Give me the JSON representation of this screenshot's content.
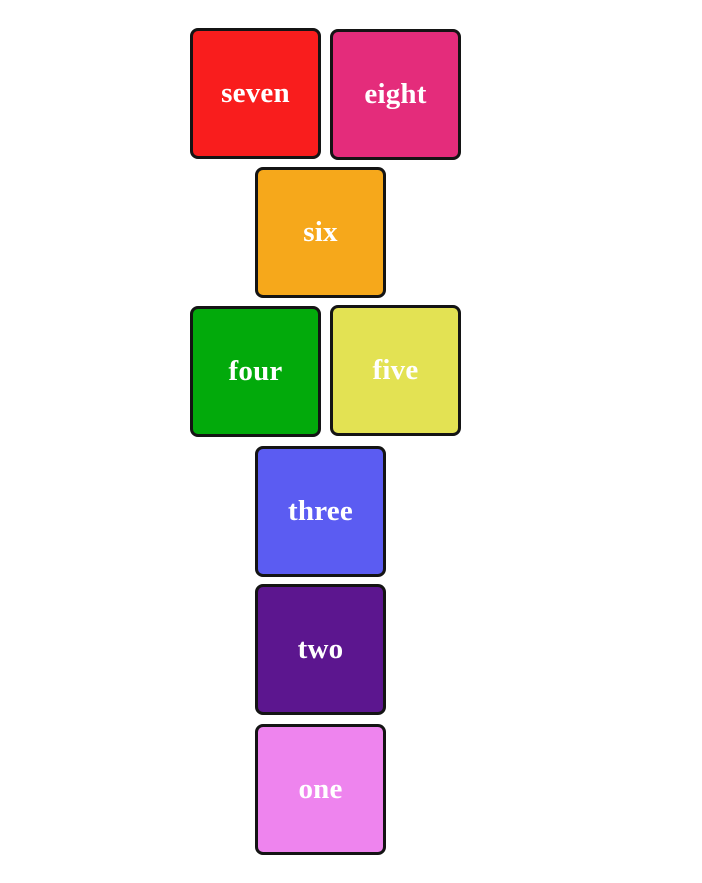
{
  "tiles": [
    {
      "id": "seven",
      "label": "seven",
      "color": "#f91d1d"
    },
    {
      "id": "eight",
      "label": "eight",
      "color": "#e42c7b"
    },
    {
      "id": "six",
      "label": "six",
      "color": "#f6a81b"
    },
    {
      "id": "four",
      "label": "four",
      "color": "#02aa0b"
    },
    {
      "id": "five",
      "label": "five",
      "color": "#e3e253"
    },
    {
      "id": "three",
      "label": "three",
      "color": "#5b5cf2"
    },
    {
      "id": "two",
      "label": "two",
      "color": "#5c168f"
    },
    {
      "id": "one",
      "label": "one",
      "color": "#ee84ee"
    }
  ]
}
